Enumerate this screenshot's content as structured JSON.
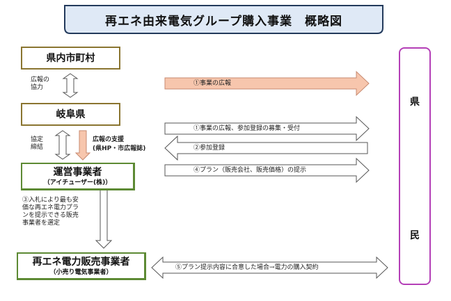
{
  "title": "再エネ由来電気グループ購入事業　概略図",
  "entities": {
    "municipalities": "県内市町村",
    "gifu": "岐阜県",
    "operator": {
      "name": "運営事業者",
      "sub": "（アイチューザー(株)）"
    },
    "retailer": {
      "name": "再エネ電力販売事業者",
      "sub": "（小売り電気事業者）"
    }
  },
  "citizen_chars": [
    "県",
    "民"
  ],
  "links": {
    "cooperation": [
      "広報の",
      "協力"
    ],
    "agreement": [
      "協定",
      "締結"
    ],
    "pr_support": [
      "広報の支援",
      "(県HP・市広報誌)"
    ],
    "bidding": [
      "③入札により最も安",
      "価な再エネ電力プラ",
      "ンを提示できる販売",
      "事業者を選定"
    ]
  },
  "flows": [
    {
      "label": "①事業の広報"
    },
    {
      "label": "①事業の広報、参加登録の募集・受付"
    },
    {
      "label": "②参加登録"
    },
    {
      "label": "④プラン（販売会社、販売価格）の提示"
    },
    {
      "label": "⑤プラン提示内容に合意した場合→電力の購入契約"
    }
  ],
  "colors": {
    "title_fill": "#dfe9f6",
    "title_border": "#233a5c",
    "entity_border": "#8a7530",
    "operator_border": "#5d8a34",
    "citizen_border": "#b43fb7",
    "peach_fill": "#f7c6ad",
    "peach_border": "#c78a70",
    "arrow_border": "#555555"
  }
}
